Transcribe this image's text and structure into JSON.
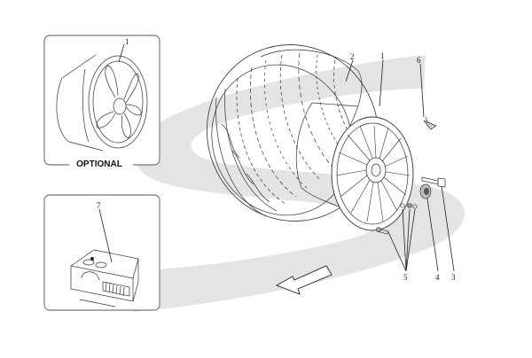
{
  "optional_label": "OPTIONAL",
  "callouts": {
    "tyre": "2",
    "wheel_rim": "1",
    "optional_wheel": "1",
    "valve": "6",
    "bolt": "3",
    "cap": "4",
    "small_parts": "5",
    "compressor": "7"
  },
  "colors": {
    "watermark": "#e4e4e4",
    "line": "#222222",
    "box_border": "#555555"
  }
}
